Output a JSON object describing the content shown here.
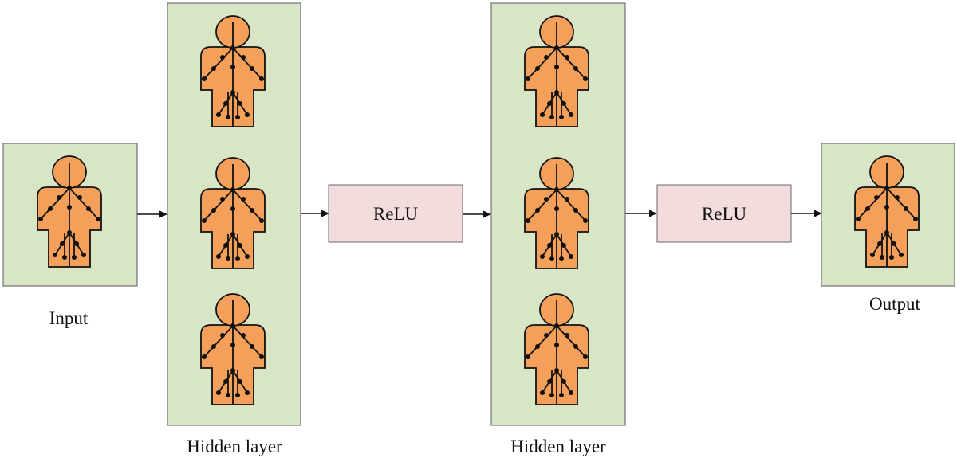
{
  "diagram": {
    "input_label": "Input",
    "hidden_label_1": "Hidden layer",
    "hidden_label_2": "Hidden layer",
    "relu_1": "ReLU",
    "relu_2": "ReLU",
    "output_label": "Output"
  },
  "colors": {
    "layer_fill": "#d8e6c6",
    "activation_fill": "#f2dcdc",
    "figure_fill": "#f5a05a",
    "skeleton": "#111111"
  },
  "icons": {
    "figure": "human-skeleton-icon"
  }
}
